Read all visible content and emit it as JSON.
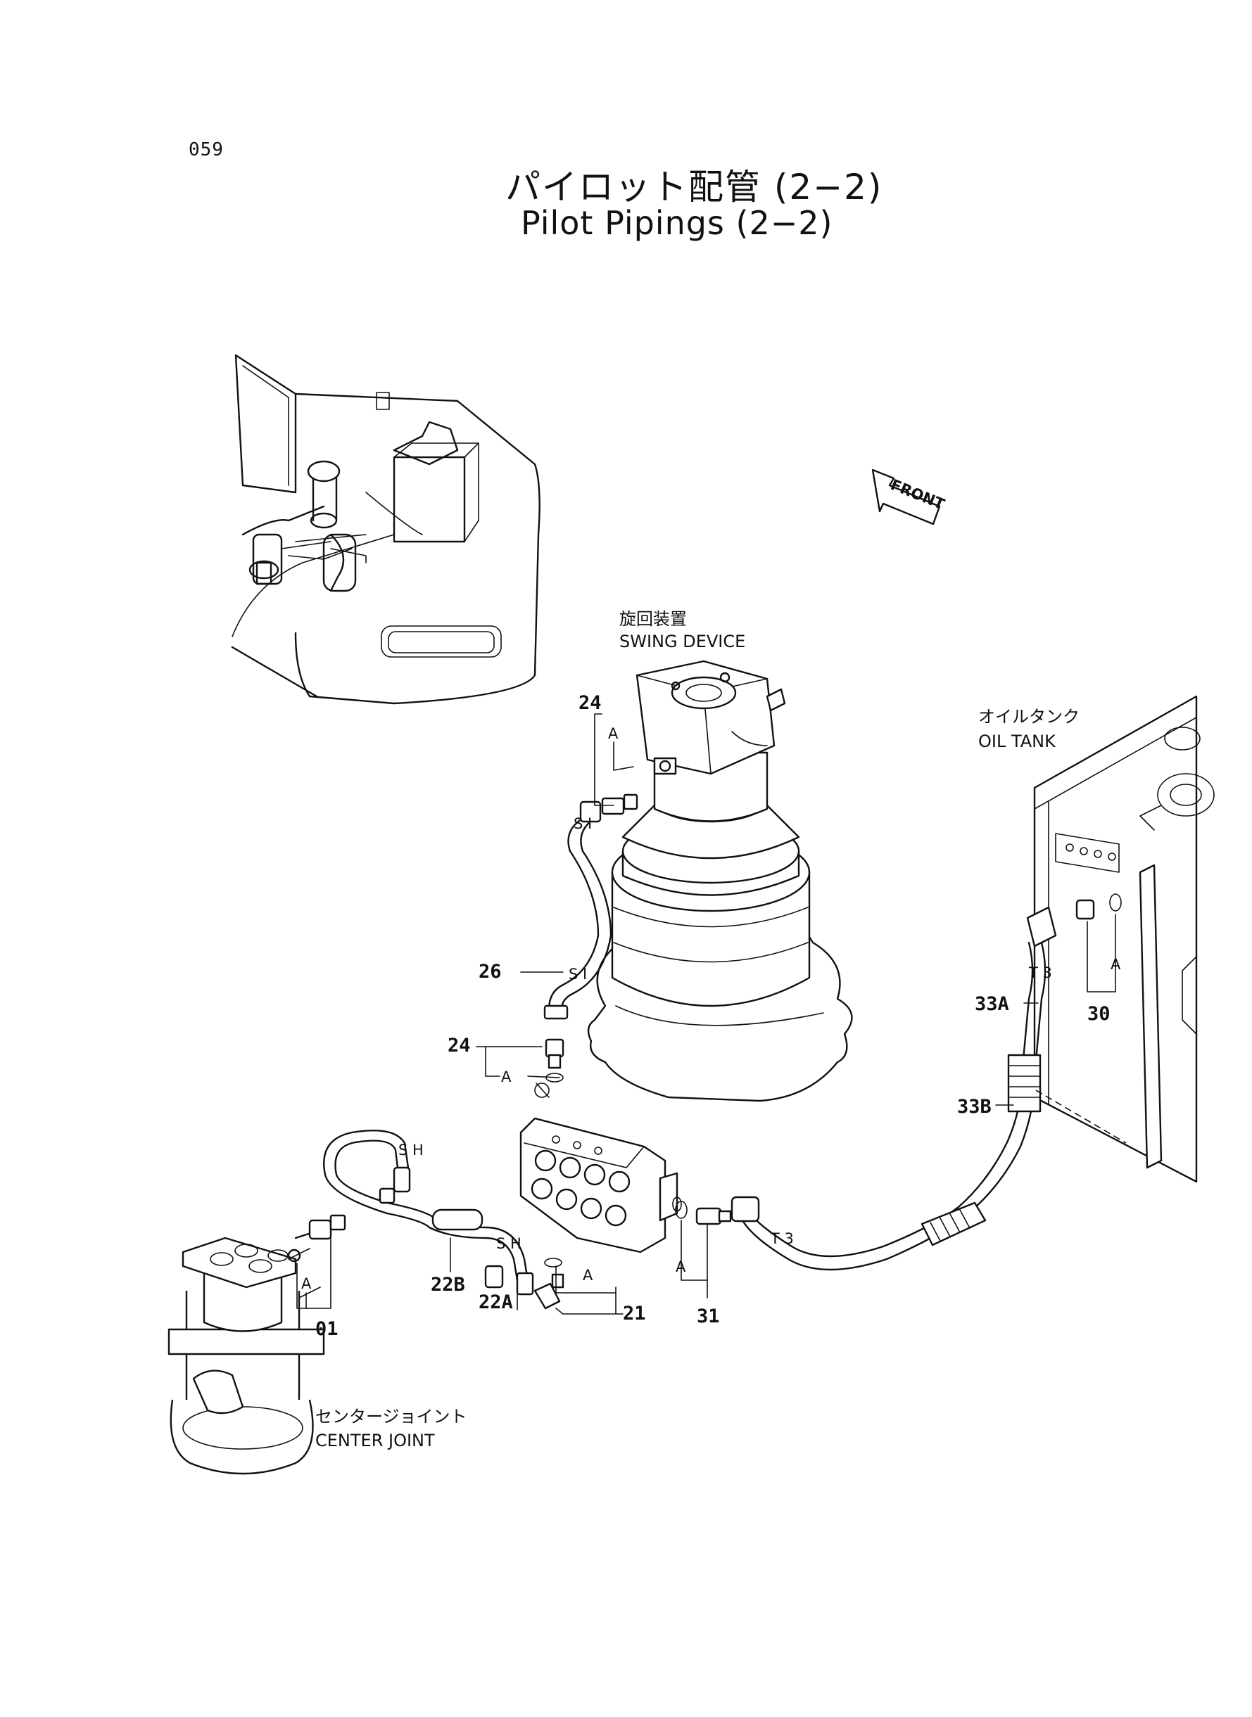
{
  "page": {
    "number": "059"
  },
  "title": {
    "ja": "パイロット配管 (2−2)",
    "en": "Pilot Pipings (2−2)"
  },
  "orientation": {
    "arrow_label": "FRONT"
  },
  "components": {
    "swing_device": {
      "ja": "旋回装置",
      "en": "SWING DEVICE"
    },
    "oil_tank": {
      "ja": "オイルタンク",
      "en": "OIL TANK"
    },
    "center_joint": {
      "ja": "センタージョイント",
      "en": "CENTER JOINT"
    }
  },
  "hose_markings": {
    "si": "S I",
    "sh": "S H",
    "t3": "T 3"
  },
  "callouts": {
    "p24_top": "24",
    "p24_mid": "24",
    "p26": "26",
    "p01": "01",
    "p22B": "22B",
    "p22A": "22A",
    "p21": "21",
    "p31": "31",
    "p30": "30",
    "p33A": "33A",
    "p33B": "33B",
    "a_top": "A",
    "a_mid": "A",
    "a_left": "A",
    "a_21": "A",
    "a_31": "A",
    "a_30": "A"
  }
}
